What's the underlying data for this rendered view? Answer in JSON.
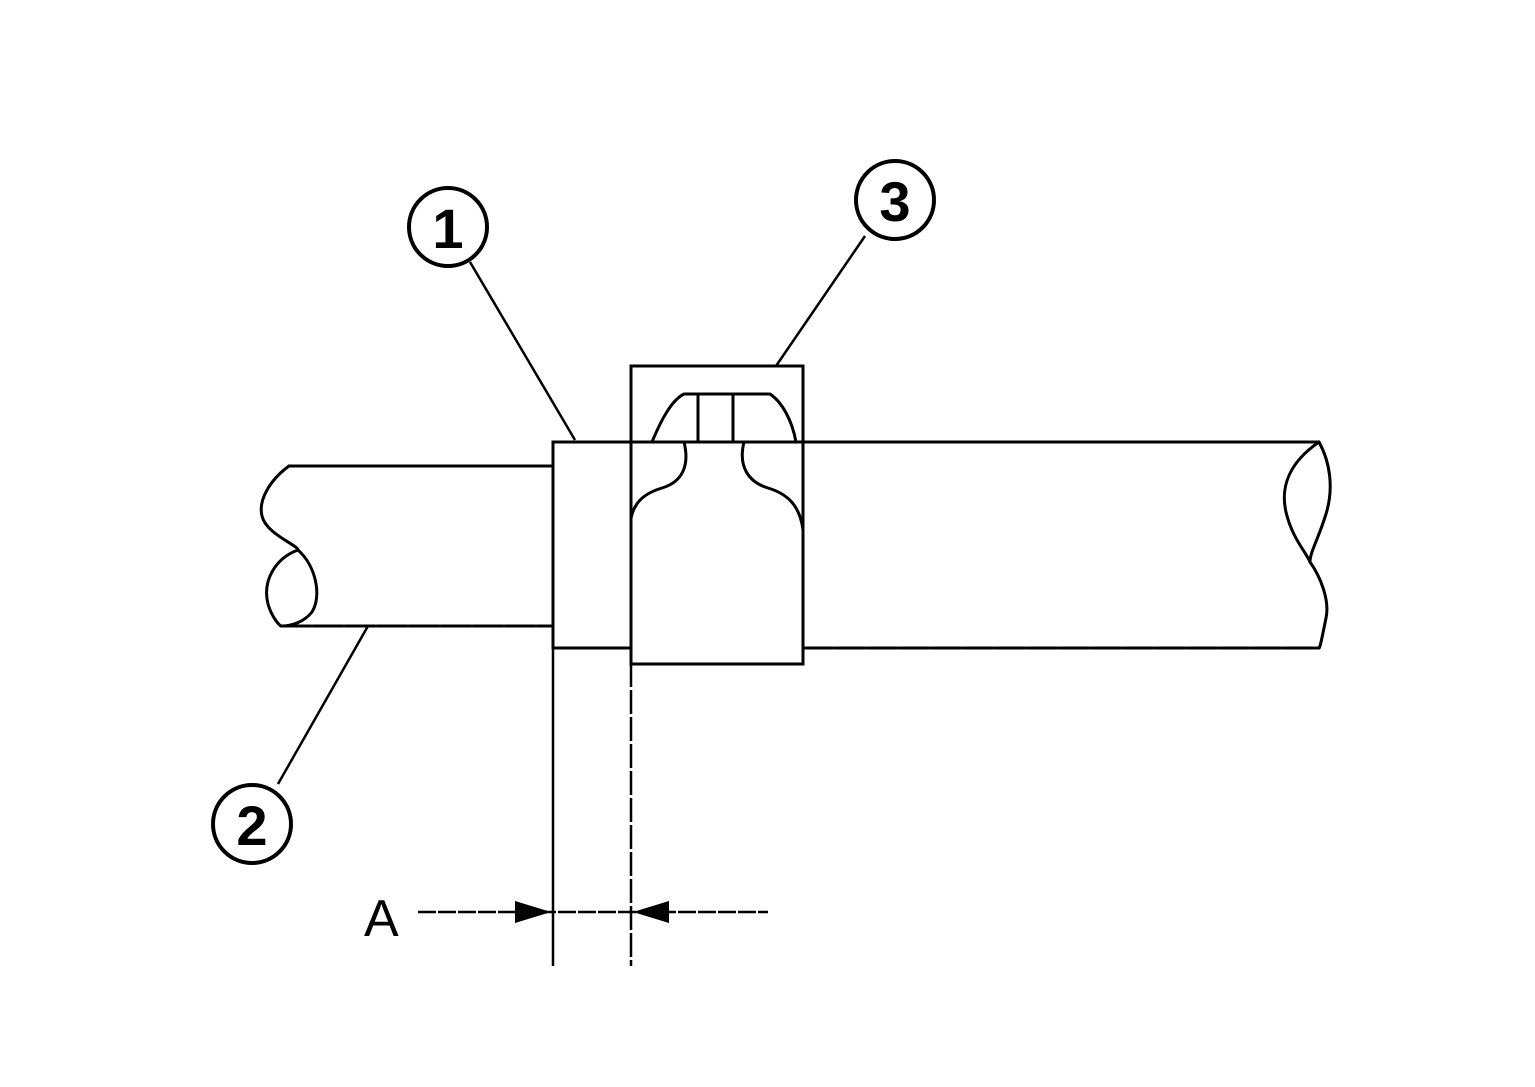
{
  "callouts": {
    "c1": "1",
    "c2": "2",
    "c3": "3"
  },
  "dimension": {
    "label": "A"
  }
}
